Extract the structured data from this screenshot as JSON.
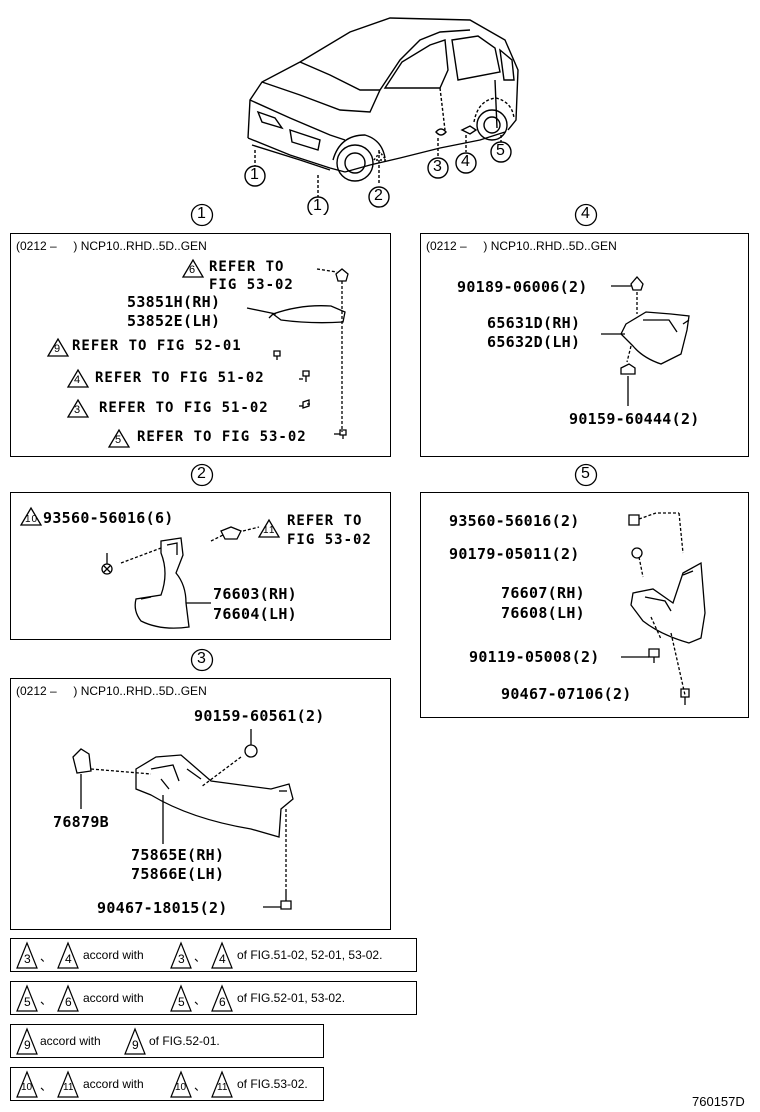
{
  "car_callouts": [
    "1",
    "1",
    "2",
    "3",
    "4",
    "5"
  ],
  "sections": {
    "s1": {
      "num": "1",
      "header": "(0212 –     ) NCP10..RHD..5D..GEN",
      "ref6_num": "6",
      "ref6_line1": "REFER TO",
      "ref6_line2": "FIG 53-02",
      "pn_rh": "53851H(RH)",
      "pn_lh": "53852E(LH)",
      "ref9_num": "9",
      "ref9": "REFER TO FIG 52-01",
      "ref4_num": "4",
      "ref4": "REFER TO FIG 51-02",
      "ref3_num": "3",
      "ref3": "REFER TO FIG 51-02",
      "ref5_num": "5",
      "ref5": "REFER TO FIG 53-02"
    },
    "s2": {
      "num": "2",
      "ref10_num": "10",
      "pn_screw": "93560-56016(6)",
      "ref11_num": "11",
      "ref11_line1": "REFER TO",
      "ref11_line2": "FIG 53-02",
      "pn_rh": "76603(RH)",
      "pn_lh": "76604(LH)"
    },
    "s3": {
      "num": "3",
      "header": "(0212 –     ) NCP10..RHD..5D..GEN",
      "pn_nut": "90159-60561(2)",
      "pn_clip": "76879B",
      "pn_rh": "75865E(RH)",
      "pn_lh": "75866E(LH)",
      "pn_bolt": "90467-18015(2)"
    },
    "s4": {
      "num": "4",
      "header": "(0212 –     ) NCP10..RHD..5D..GEN",
      "pn_top": "90189-06006(2)",
      "pn_rh": "65631D(RH)",
      "pn_lh": "65632D(LH)",
      "pn_bottom": "90159-60444(2)"
    },
    "s5": {
      "num": "5",
      "pn_a": "93560-56016(2)",
      "pn_b": "90179-05011(2)",
      "pn_rh": "76607(RH)",
      "pn_lh": "76608(LH)",
      "pn_c": "90119-05008(2)",
      "pn_d": "90467-07106(2)"
    }
  },
  "notes": [
    {
      "a": "3",
      "b": "4",
      "mid": "accord with",
      "tail": "of FIG.51-02, 52-01, 53-02."
    },
    {
      "a": "5",
      "b": "6",
      "mid": "accord with",
      "tail": "of FIG.52-01, 53-02."
    },
    {
      "a": "9",
      "mid": "accord with",
      "tail": "of FIG.52-01."
    },
    {
      "a": "10",
      "b": "11",
      "mid": "accord with",
      "tail": "of FIG.53-02."
    }
  ],
  "sep": "、",
  "figure_id": "760157D"
}
